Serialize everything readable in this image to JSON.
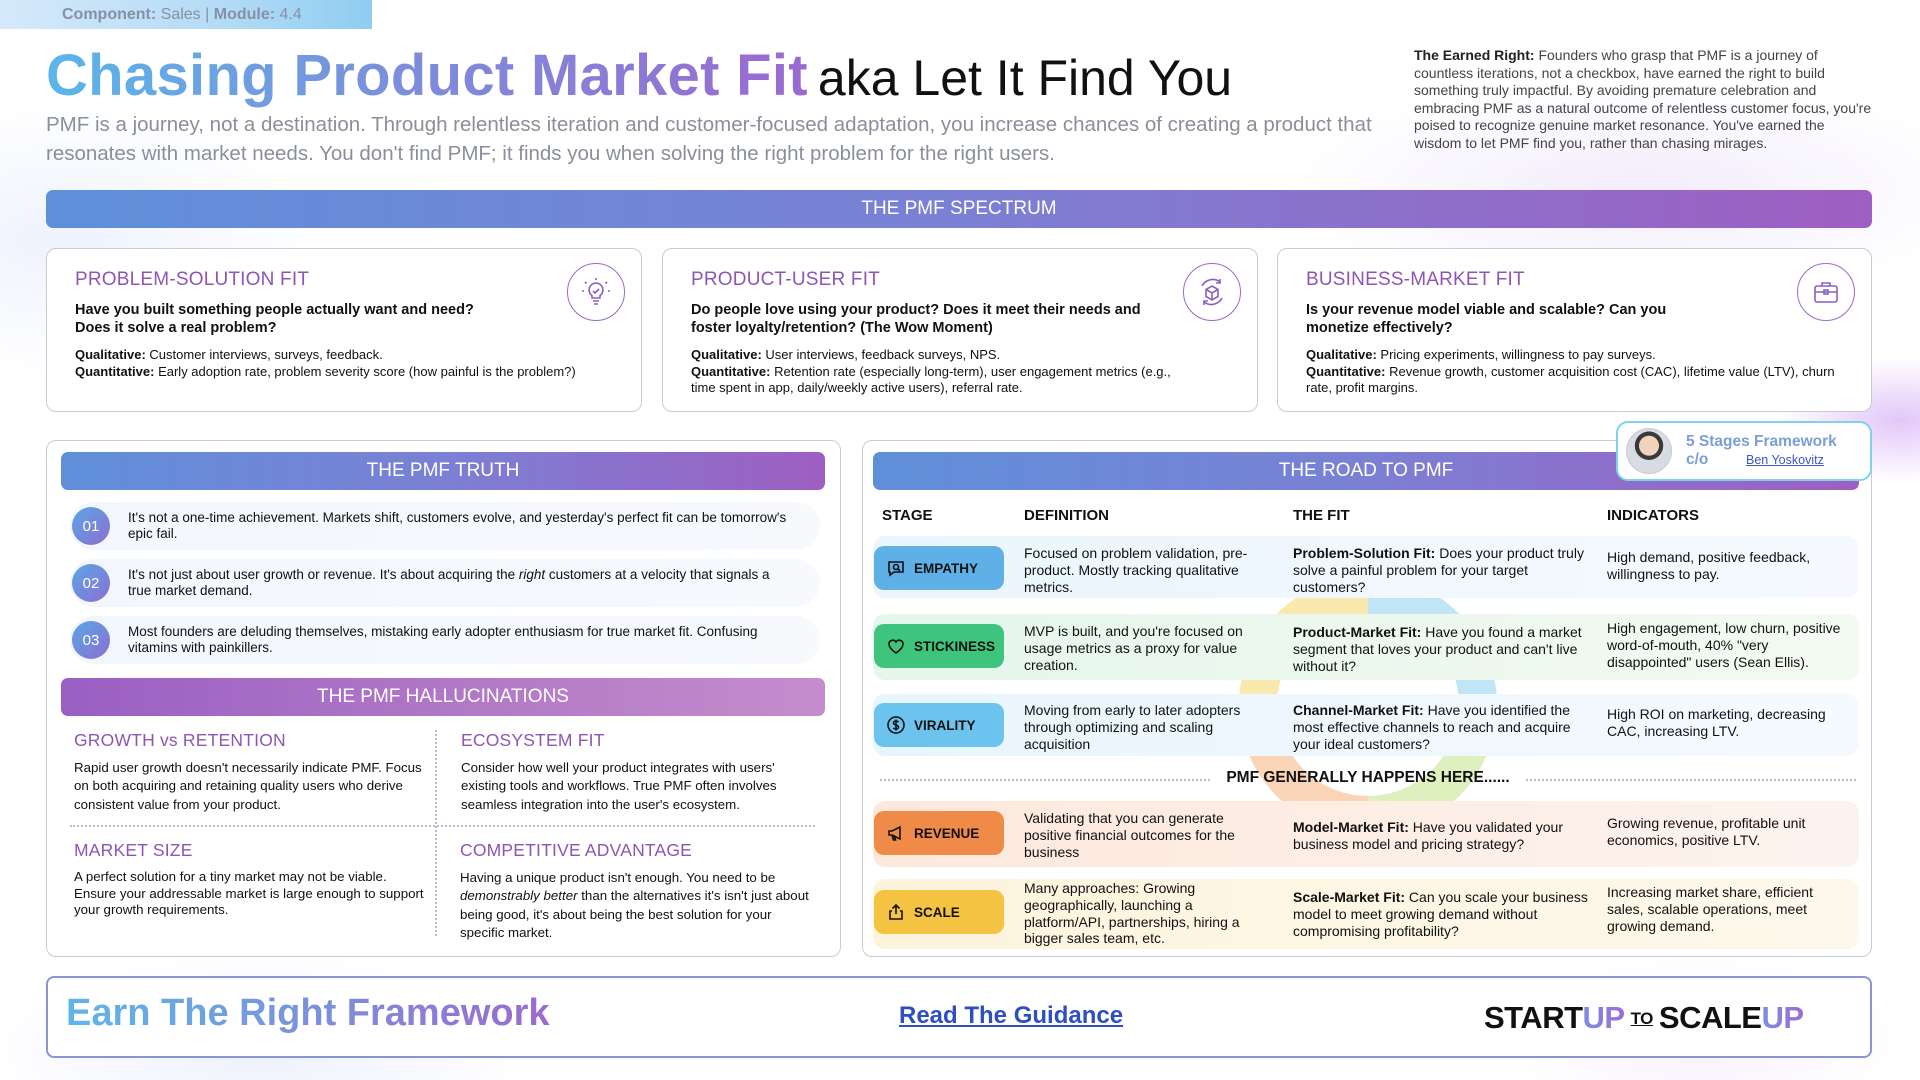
{
  "tag": {
    "component_label": "Component:",
    "component_value": "Sales",
    "module_label": "Module:",
    "module_value": "4.4"
  },
  "header": {
    "title_main": "Chasing Product Market Fit",
    "title_sub": "aka Let It Find You",
    "subtitle": "PMF is a journey, not a destination. Through relentless iteration and customer-focused adaptation, you increase chances of creating a product that resonates with market needs. You don't find PMF; it finds you when solving the right problem for the right users.",
    "earned_label": "The Earned Right:",
    "earned_text": " Founders who grasp that PMF is a journey of countless iterations, not a checkbox, have earned the right to build something truly impactful. By avoiding premature celebration and embracing PMF as a natural outcome of relentless customer focus, you're poised to recognize genuine market resonance. You've earned the wisdom to let PMF find you, rather than chasing mirages."
  },
  "spectrum": {
    "banner": "THE PMF SPECTRUM",
    "cards": [
      {
        "title": "PROBLEM-SOLUTION FIT",
        "question": "Have you built something people actually want and need? Does it solve a real problem?",
        "qual_label": "Qualitative:",
        "qual": " Customer interviews, surveys, feedback.",
        "quant_label": "Quantitative:",
        "quant": " Early adoption rate, problem severity score (how painful is the problem?)",
        "icon": "lightbulb-icon"
      },
      {
        "title": "PRODUCT-USER FIT",
        "question": "Do people love using your product? Does it meet their needs and foster loyalty/retention? (The Wow Moment)",
        "qual_label": "Qualitative:",
        "qual": " User interviews, feedback surveys, NPS.",
        "quant_label": "Quantitative:",
        "quant": " Retention rate (especially long-term), user engagement metrics (e.g., time spent in app, daily/weekly active users), referral rate.",
        "icon": "cube-cycle-icon"
      },
      {
        "title": "BUSINESS-MARKET FIT",
        "question": "Is your revenue model viable and scalable? Can you monetize effectively?",
        "qual_label": "Qualitative:",
        "qual": " Pricing experiments, willingness to pay surveys.",
        "quant_label": "Quantitative:",
        "quant": " Revenue growth, customer acquisition cost (CAC), lifetime value (LTV), churn rate, profit margins.",
        "icon": "briefcase-icon"
      }
    ]
  },
  "truth": {
    "banner": "THE PMF TRUTH",
    "items": [
      {
        "num": "01",
        "text_a": "It's not a one-time achievement. Markets shift, customers evolve, and yesterday's perfect fit can be tomorrow's epic fail.",
        "text_i": "",
        "text_b": ""
      },
      {
        "num": "02",
        "text_a": "It's not just about user growth or revenue. It's about acquiring the ",
        "text_i": "right",
        "text_b": " customers at a velocity that signals a true market demand."
      },
      {
        "num": "03",
        "text_a": "Most founders are deluding themselves, mistaking early adopter enthusiasm for true market fit. Confusing vitamins with painkillers.",
        "text_i": "",
        "text_b": ""
      }
    ]
  },
  "hallucinations": {
    "banner": "THE PMF HALLUCINATIONS",
    "items": [
      {
        "title": "GROWTH vs RETENTION",
        "text_a": "Rapid user growth doesn't necessarily indicate PMF. Focus on both acquiring and retaining quality users who derive consistent value from your product.",
        "text_i": "",
        "text_b": ""
      },
      {
        "title": "ECOSYSTEM FIT",
        "text_a": "Consider how well your product integrates with users' existing tools and workflows. True PMF often involves seamless integration into the user's ecosystem.",
        "text_i": "",
        "text_b": ""
      },
      {
        "title": "MARKET SIZE",
        "text_a": "A perfect solution for a tiny market may not be viable. Ensure your addressable market is large enough to support your growth requirements.",
        "text_i": "",
        "text_b": ""
      },
      {
        "title": "COMPETITIVE ADVANTAGE",
        "text_a": "Having a unique product isn't enough. You need to be ",
        "text_i": "demonstrably better",
        "text_b": " than the alternatives it's isn't just about being good, it's about being the best solution for your specific market."
      }
    ]
  },
  "road": {
    "banner": "THE ROAD TO PMF",
    "badge": {
      "title": "5 Stages Framework",
      "co": "c/o",
      "author": "Ben Yoskovitz"
    },
    "columns": [
      "STAGE",
      "DEFINITION",
      "THE FIT",
      "INDICATORS"
    ],
    "happens": "PMF GENERALLY HAPPENS HERE......",
    "rows": [
      {
        "stage": "EMPATHY",
        "icon": "chat-search-icon",
        "color": "#5fb0e6",
        "definition": "Focused on problem validation, pre-product. Mostly tracking qualitative metrics.",
        "fit_label": "Problem-Solution Fit:",
        "fit": " Does your product truly solve a painful problem for your target customers?",
        "indicators": "High demand, positive feedback, willingness to pay."
      },
      {
        "stage": "STICKINESS",
        "icon": "heart-icon",
        "color": "#3ec47c",
        "definition": "MVP is built, and you're focused on usage metrics as a proxy for value creation.",
        "fit_label": "Product-Market Fit:",
        "fit": " Have you found a market segment that loves your product and can't live without it?",
        "indicators": "High engagement, low churn, positive word-of-mouth, 40% \"very disappointed\" users (Sean Ellis)."
      },
      {
        "stage": "VIRALITY",
        "icon": "dollar-circle-icon",
        "color": "#6cc3ee",
        "definition": "Moving from early to later adopters through optimizing and scaling acquisition",
        "fit_label": "Channel-Market Fit:",
        "fit": " Have you identified the most effective channels to reach and acquire your ideal customers?",
        "indicators": "High ROI on marketing, decreasing CAC, increasing LTV."
      },
      {
        "stage": "REVENUE",
        "icon": "megaphone-icon",
        "color": "#f08a48",
        "definition": "Validating that you can generate positive financial outcomes for the business",
        "fit_label": "Model-Market Fit:",
        "fit": " Have you validated your business model and pricing strategy?",
        "indicators": "Growing revenue, profitable unit economics, positive LTV."
      },
      {
        "stage": "SCALE",
        "icon": "share-up-icon",
        "color": "#f5c342",
        "definition": "Many approaches: Growing geographically, launching a platform/API, partnerships, hiring a bigger sales team, etc.",
        "fit_label": "Scale-Market Fit:",
        "fit": " Can you scale your business model to meet growing demand without compromising profitability?",
        "indicators": "Increasing market share, efficient sales, scalable operations, meet growing demand."
      }
    ]
  },
  "footer": {
    "title": "Earn The Right Framework",
    "link": "Read The Guidance",
    "logo_a": "START",
    "logo_b": "UP",
    "logo_to": "TO",
    "logo_c": "SCALE",
    "logo_d": "UP"
  }
}
